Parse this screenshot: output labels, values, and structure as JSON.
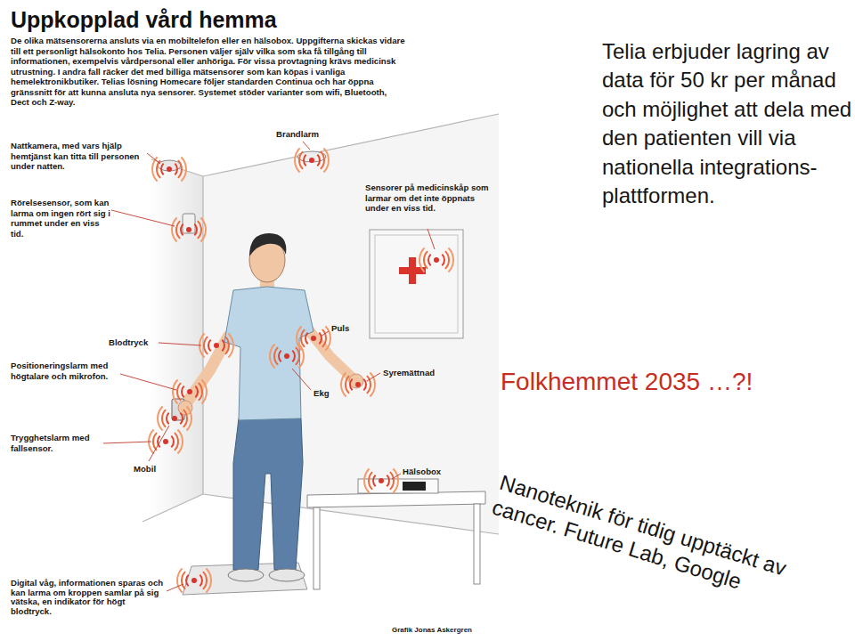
{
  "diagram": {
    "title": "Uppkopplad vård hemma",
    "labels": [
      "De olika mätsensorerna ansluts via en mobiltelefon eller en hälsobox. Uppgifterna skickas vidare till ett personligt hälsokonto hos Telia. Personen väljer själv vilka som ska få tillgång till informationen, exempelvis vårdpersonal eller anhöriga. För vissa provtagning krävs medicinsk utrustning. I andra fall räcker det med billiga mätsensorer som kan köpas i vanliga hemelektronikbutiker. Telias lösning Homecare följer standarden Continua och har öppna gränssnitt för att kunna ansluta nya sensorer. Systemet stöder varianter som wifi, Bluetooth, Dect och Z-way.",
      "Nattkamera, med vars hjälp hemtjänst kan titta till personen under natten.",
      "Brandlarm",
      "Rörelsesensor, som kan larma om ingen rört sig i rummet under en viss tid.",
      "Sensorer på medicinskåp som larmar om det inte öppnats under en viss tid.",
      "Blodtryck",
      "Puls",
      "Positioneringslarm med högtalare och mikrofon.",
      "Ekg",
      "Syremättnad",
      "Trygghetslarm med fallsensor.",
      "Mobil",
      "Hälsobox",
      "Digital våg, informationen sparas och kan larma om kroppen samlar på sig vätska, en indikator för högt blodtryck.",
      "Grafik Jonas Askergren",
      "Telia erbjuder lagring av data för 50 kr per månad och möjlighet att dela med den patienten vill via nationella integrations­plattformen.",
      "Folkhemmet 2035 …?!",
      "Nanoteknik för tidig upptäckt av cancer. Future Lab, Google"
    ]
  }
}
